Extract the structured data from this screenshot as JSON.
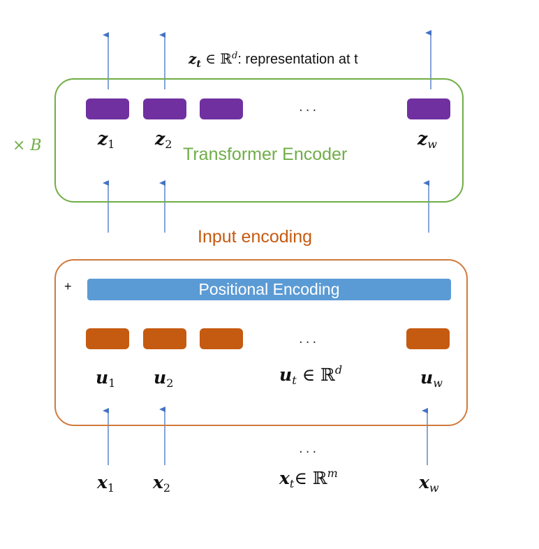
{
  "colors": {
    "green": "#70ad47",
    "orange": "#c55a11",
    "orange_border": "#d07a3c",
    "purple": "#7030a0",
    "blue_bar": "#5b9bd5",
    "arrow": "#4472c4"
  },
  "header": {
    "repr_var": "z",
    "repr_sub": "t",
    "repr_set": "ℝ",
    "repr_sup": "d",
    "repr_text": ": representation at t"
  },
  "transformer": {
    "multiplier": "× B",
    "label": "Transformer Encoder",
    "dots": "...",
    "outputs": [
      {
        "var": "z",
        "sub": "1"
      },
      {
        "var": "z",
        "sub": "2"
      },
      {
        "var": "z",
        "sub": "w"
      }
    ]
  },
  "input_encoding": {
    "title": "Input encoding",
    "plus": "+",
    "positional_label": "Positional Encoding",
    "dots": "...",
    "tokens": [
      {
        "var": "u",
        "sub": "1"
      },
      {
        "var": "u",
        "sub": "2"
      },
      {
        "var": "u",
        "sub": "t",
        "set": "∈ ℝ",
        "sup": "d"
      },
      {
        "var": "u",
        "sub": "w"
      }
    ]
  },
  "inputs": {
    "dots": "...",
    "items": [
      {
        "var": "x",
        "sub": "1"
      },
      {
        "var": "x",
        "sub": "2"
      },
      {
        "var": "x",
        "sub": "t",
        "set": "∈ ℝ",
        "sup": "m"
      },
      {
        "var": "x",
        "sub": "w"
      }
    ]
  }
}
